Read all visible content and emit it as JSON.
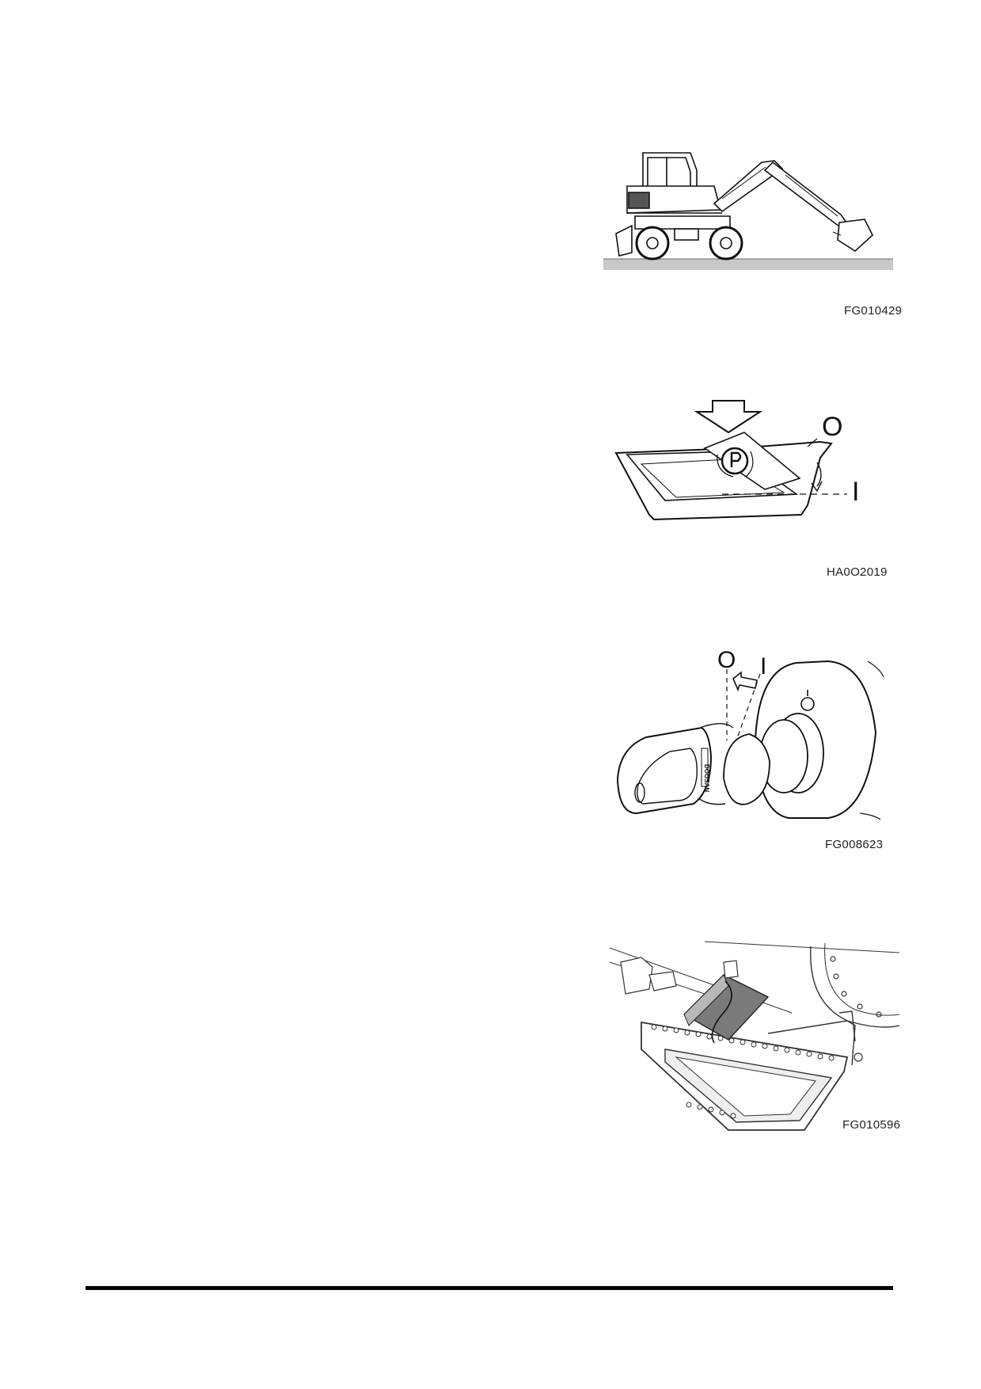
{
  "figures": [
    {
      "id": "excavator",
      "caption": "FG010429"
    },
    {
      "id": "parking-brake-switch",
      "caption": "HA0O2019",
      "labels": {
        "off": "O",
        "on": "I"
      }
    },
    {
      "id": "ignition-key",
      "caption": "FG008623",
      "labels": {
        "off": "O",
        "on": "I"
      },
      "key_brand": "DOOSAN"
    },
    {
      "id": "step-bracket",
      "caption": "FG010596"
    }
  ]
}
